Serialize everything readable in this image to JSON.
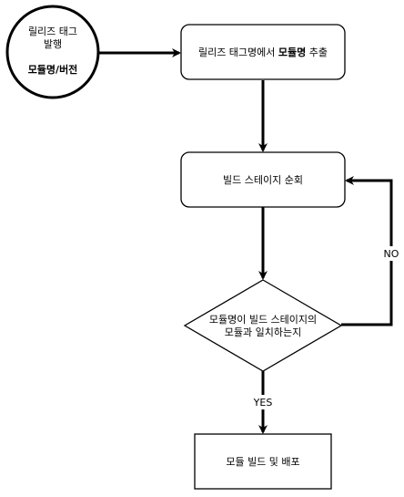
{
  "nodes": {
    "start": {
      "line1": "릴리즈 태그",
      "line2": "발행",
      "line3": "모듈명/버전"
    },
    "extract": {
      "prefix": "릴리즈 태그명에서 ",
      "bold": "모듈명",
      "suffix": " 추출"
    },
    "iterate": {
      "label": "빌드 스테이지 순회"
    },
    "decision": {
      "line1": "모듈명이 빌드 스테이지의",
      "line2": "모듈과 일치하는지"
    },
    "deploy": {
      "label": "모듈 빌드 및 배포"
    }
  },
  "edges": {
    "no_label": "NO",
    "yes_label": "YES"
  },
  "colors": {
    "stroke": "#000000",
    "fill": "#ffffff"
  }
}
